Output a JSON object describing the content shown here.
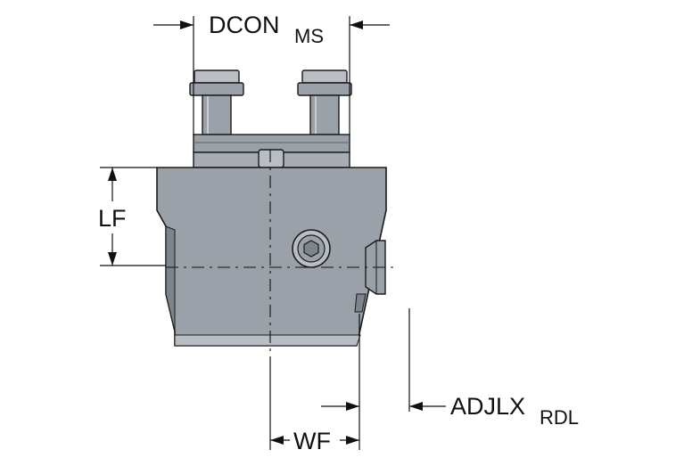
{
  "colors": {
    "body_fill": "#9aa1a8",
    "body_dark": "#7d848b",
    "body_light": "#b9bec4",
    "outline": "#1a1a1a",
    "dim_line": "#111111"
  },
  "labels": {
    "dcon_main": "DCON",
    "dcon_sub": "MS",
    "lf": "LF",
    "wf": "WF",
    "adjlx_main": "ADJLX",
    "adjlx_sub": "RDL"
  }
}
